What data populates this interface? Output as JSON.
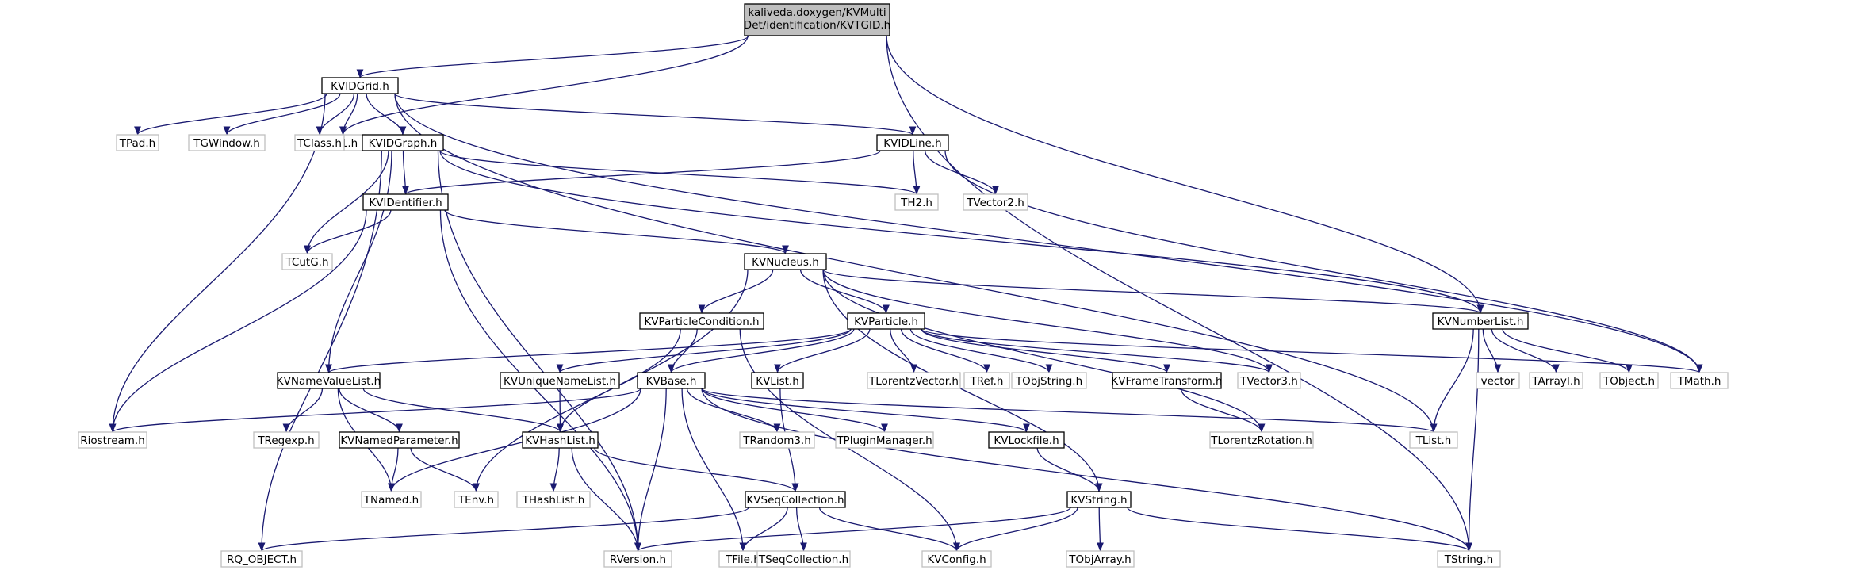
{
  "colors": {
    "edge": "#191970",
    "root_fill": "#bfbfbf",
    "project_border": "#000000",
    "external_border": "#bfbfbf",
    "external_text": "#000000"
  },
  "nodes": [
    {
      "id": "kvtgid",
      "label": "kaliveda.doxygen/KVMulti",
      "label2": "Det/identification/KVTGID.h",
      "kind": "root"
    },
    {
      "id": "kvidgrid",
      "label": "KVIDGrid.h",
      "kind": "project"
    },
    {
      "id": "tf1",
      "label": "TF1.h",
      "kind": "external"
    },
    {
      "id": "tpad",
      "label": "TPad.h",
      "kind": "external"
    },
    {
      "id": "tgwindow",
      "label": "TGWindow.h",
      "kind": "external"
    },
    {
      "id": "tclass",
      "label": "TClass.h",
      "kind": "external"
    },
    {
      "id": "kvidgraph",
      "label": "KVIDGraph.h",
      "kind": "project"
    },
    {
      "id": "kvidline",
      "label": "KVIDLine.h",
      "kind": "project"
    },
    {
      "id": "th2",
      "label": "TH2.h",
      "kind": "external"
    },
    {
      "id": "tvector2",
      "label": "TVector2.h",
      "kind": "external"
    },
    {
      "id": "kvidentifier",
      "label": "KVIDentifier.h",
      "kind": "project"
    },
    {
      "id": "tcutg",
      "label": "TCutG.h",
      "kind": "external"
    },
    {
      "id": "kvnucleus",
      "label": "KVNucleus.h",
      "kind": "project"
    },
    {
      "id": "kvparticlecondition",
      "label": "KVParticleCondition.h",
      "kind": "project"
    },
    {
      "id": "kvparticle",
      "label": "KVParticle.h",
      "kind": "project"
    },
    {
      "id": "kvnumberlist",
      "label": "KVNumberList.h",
      "kind": "project"
    },
    {
      "id": "kvnamevaluelist",
      "label": "KVNameValueList.h",
      "kind": "project"
    },
    {
      "id": "kvuniquenamelist",
      "label": "KVUniqueNameList.h",
      "kind": "project"
    },
    {
      "id": "kvbase",
      "label": "KVBase.h",
      "kind": "project"
    },
    {
      "id": "kvlist",
      "label": "KVList.h",
      "kind": "project"
    },
    {
      "id": "tlorentzvector",
      "label": "TLorentzVector.h",
      "kind": "external"
    },
    {
      "id": "tref",
      "label": "TRef.h",
      "kind": "external"
    },
    {
      "id": "tobjstring",
      "label": "TObjString.h",
      "kind": "external"
    },
    {
      "id": "kvframetransform",
      "label": "KVFrameTransform.h",
      "kind": "project"
    },
    {
      "id": "tvector3",
      "label": "TVector3.h",
      "kind": "external"
    },
    {
      "id": "vector",
      "label": "vector",
      "kind": "external"
    },
    {
      "id": "tarrayi",
      "label": "TArrayI.h",
      "kind": "external"
    },
    {
      "id": "tobject",
      "label": "TObject.h",
      "kind": "external"
    },
    {
      "id": "tmath",
      "label": "TMath.h",
      "kind": "external"
    },
    {
      "id": "riostream",
      "label": "Riostream.h",
      "kind": "external"
    },
    {
      "id": "tregexp",
      "label": "TRegexp.h",
      "kind": "external"
    },
    {
      "id": "kvnamedparameter",
      "label": "KVNamedParameter.h",
      "kind": "project"
    },
    {
      "id": "kvhashlist",
      "label": "KVHashList.h",
      "kind": "project"
    },
    {
      "id": "trandom3",
      "label": "TRandom3.h",
      "kind": "external"
    },
    {
      "id": "tpluginmanager",
      "label": "TPluginManager.h",
      "kind": "external"
    },
    {
      "id": "kvlockfile",
      "label": "KVLockfile.h",
      "kind": "project"
    },
    {
      "id": "tlorentzrotation",
      "label": "TLorentzRotation.h",
      "kind": "external"
    },
    {
      "id": "tlist",
      "label": "TList.h",
      "kind": "external"
    },
    {
      "id": "tnamed",
      "label": "TNamed.h",
      "kind": "external"
    },
    {
      "id": "tenv",
      "label": "TEnv.h",
      "kind": "external"
    },
    {
      "id": "thashlist",
      "label": "THashList.h",
      "kind": "external"
    },
    {
      "id": "kvseqcollection",
      "label": "KVSeqCollection.h",
      "kind": "project"
    },
    {
      "id": "kvstring",
      "label": "KVString.h",
      "kind": "project"
    },
    {
      "id": "rq_object",
      "label": "RQ_OBJECT.h",
      "kind": "external"
    },
    {
      "id": "rversion",
      "label": "RVersion.h",
      "kind": "external"
    },
    {
      "id": "tfile",
      "label": "TFile.h",
      "kind": "external"
    },
    {
      "id": "tseqcollection",
      "label": "TSeqCollection.h",
      "kind": "external"
    },
    {
      "id": "kvconfig",
      "label": "KVConfig.h",
      "kind": "external"
    },
    {
      "id": "tobjarray",
      "label": "TObjArray.h",
      "kind": "external"
    },
    {
      "id": "tstring",
      "label": "TString.h",
      "kind": "external"
    }
  ],
  "edges": [
    [
      "kvtgid",
      "kvidgrid"
    ],
    [
      "kvtgid",
      "tf1"
    ],
    [
      "kvtgid",
      "kvnumberlist"
    ],
    [
      "kvtgid",
      "tstring"
    ],
    [
      "kvidgrid",
      "tf1"
    ],
    [
      "kvidgrid",
      "tpad"
    ],
    [
      "kvidgrid",
      "tgwindow"
    ],
    [
      "kvidgrid",
      "tclass"
    ],
    [
      "kvidgrid",
      "kvidgraph"
    ],
    [
      "kvidgrid",
      "kvidline"
    ],
    [
      "kvidgrid",
      "riostream"
    ],
    [
      "kvidgrid",
      "tmath"
    ],
    [
      "kvidgrid",
      "tlist"
    ],
    [
      "kvidgraph",
      "kvidentifier"
    ],
    [
      "kvidgraph",
      "th2"
    ],
    [
      "kvidgraph",
      "tcutg"
    ],
    [
      "kvidgraph",
      "kvnamevaluelist"
    ],
    [
      "kvidgraph",
      "kvnumberlist"
    ],
    [
      "kvidgraph",
      "rq_object"
    ],
    [
      "kvidgraph",
      "rversion"
    ],
    [
      "kvidline",
      "kvidentifier"
    ],
    [
      "kvidline",
      "th2"
    ],
    [
      "kvidline",
      "tvector2"
    ],
    [
      "kvidline",
      "tmath"
    ],
    [
      "kvidentifier",
      "tcutg"
    ],
    [
      "kvidentifier",
      "kvnucleus"
    ],
    [
      "kvidentifier",
      "riostream"
    ],
    [
      "kvidentifier",
      "rversion"
    ],
    [
      "kvnucleus",
      "kvparticlecondition"
    ],
    [
      "kvnucleus",
      "kvparticle"
    ],
    [
      "kvnucleus",
      "kvnumberlist"
    ],
    [
      "kvnucleus",
      "tvector3"
    ],
    [
      "kvnucleus",
      "tenv"
    ],
    [
      "kvnucleus",
      "tlorentzrotation"
    ],
    [
      "kvnucleus",
      "kvstring"
    ],
    [
      "kvparticlecondition",
      "kvbase"
    ],
    [
      "kvparticlecondition",
      "kvhashlist"
    ],
    [
      "kvparticlecondition",
      "kvconfig"
    ],
    [
      "kvparticle",
      "kvnamevaluelist"
    ],
    [
      "kvparticle",
      "kvuniquenamelist"
    ],
    [
      "kvparticle",
      "kvbase"
    ],
    [
      "kvparticle",
      "kvlist"
    ],
    [
      "kvparticle",
      "tlorentzvector"
    ],
    [
      "kvparticle",
      "tref"
    ],
    [
      "kvparticle",
      "tobjstring"
    ],
    [
      "kvparticle",
      "kvframetransform"
    ],
    [
      "kvparticle",
      "tvector3"
    ],
    [
      "kvparticle",
      "tmath"
    ],
    [
      "kvnumberlist",
      "vector"
    ],
    [
      "kvnumberlist",
      "tarrayi"
    ],
    [
      "kvnumberlist",
      "tobject"
    ],
    [
      "kvnumberlist",
      "tlist"
    ],
    [
      "kvnumberlist",
      "tstring"
    ],
    [
      "kvnamevaluelist",
      "tregexp"
    ],
    [
      "kvnamevaluelist",
      "kvnamedparameter"
    ],
    [
      "kvnamevaluelist",
      "kvhashlist"
    ],
    [
      "kvnamevaluelist",
      "tnamed"
    ],
    [
      "kvuniquenamelist",
      "kvhashlist"
    ],
    [
      "kvbase",
      "riostream"
    ],
    [
      "kvbase",
      "trandom3"
    ],
    [
      "kvbase",
      "tpluginmanager"
    ],
    [
      "kvbase",
      "kvlockfile"
    ],
    [
      "kvbase",
      "tlist"
    ],
    [
      "kvbase",
      "tnamed"
    ],
    [
      "kvbase",
      "rversion"
    ],
    [
      "kvbase",
      "tfile"
    ],
    [
      "kvbase",
      "tstring"
    ],
    [
      "kvlist",
      "kvseqcollection"
    ],
    [
      "kvframetransform",
      "tlorentzrotation"
    ],
    [
      "kvlockfile",
      "kvstring"
    ],
    [
      "kvnamedparameter",
      "tnamed"
    ],
    [
      "kvnamedparameter",
      "tenv"
    ],
    [
      "kvhashlist",
      "thashlist"
    ],
    [
      "kvhashlist",
      "kvseqcollection"
    ],
    [
      "kvhashlist",
      "rversion"
    ],
    [
      "kvseqcollection",
      "rq_object"
    ],
    [
      "kvseqcollection",
      "tfile"
    ],
    [
      "kvseqcollection",
      "tseqcollection"
    ],
    [
      "kvseqcollection",
      "kvconfig"
    ],
    [
      "kvstring",
      "rversion"
    ],
    [
      "kvstring",
      "kvconfig"
    ],
    [
      "kvstring",
      "tobjarray"
    ],
    [
      "kvstring",
      "tstring"
    ]
  ]
}
